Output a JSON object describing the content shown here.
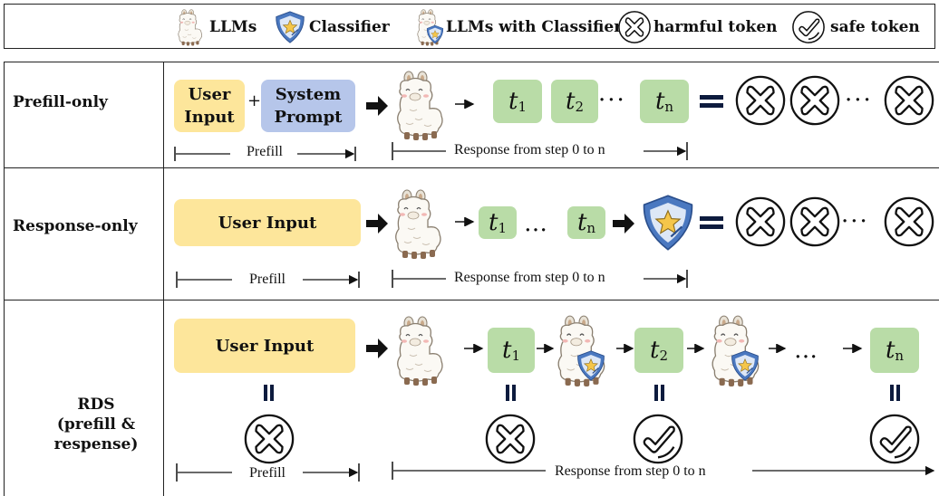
{
  "legend": {
    "llms": "LLMs",
    "classifier": "Classifier",
    "llms_with_classifier": "LLMs with Classifier",
    "harmful_token": "harmful token",
    "safe_token": "safe token"
  },
  "rows": {
    "prefill_only": {
      "label": "Prefill-only",
      "user_input": "User\nInput",
      "plus": "+",
      "system_prompt": "System\nPrompt",
      "prefill_label": "Prefill",
      "response_label": "Response from step 0 to n"
    },
    "response_only": {
      "label": "Response-only",
      "user_input": "User Input",
      "prefill_label": "Prefill",
      "response_label": "Response from step 0 to n"
    },
    "rds": {
      "label_line1": "RDS",
      "label_line2": "(prefill &",
      "label_line3": "respense)",
      "user_input": "User Input",
      "prefill_label": "Prefill",
      "response_label": "Response from step 0 to n"
    }
  },
  "tokens": {
    "t": "t",
    "sub1": "1",
    "sub2": "2",
    "subn": "n",
    "ellipsis": "…",
    "dots": "···"
  },
  "colors": {
    "user_input": "#fde69b",
    "system_prompt": "#b6c6ea",
    "token": "#b9dca7",
    "shield": "#4a78c0",
    "navy": "#0d1b3e"
  },
  "icons": {
    "llm": "llama-icon",
    "classifier": "shield-star-icon",
    "harmful": "x-circle-icon",
    "safe": "check-circle-icon"
  }
}
